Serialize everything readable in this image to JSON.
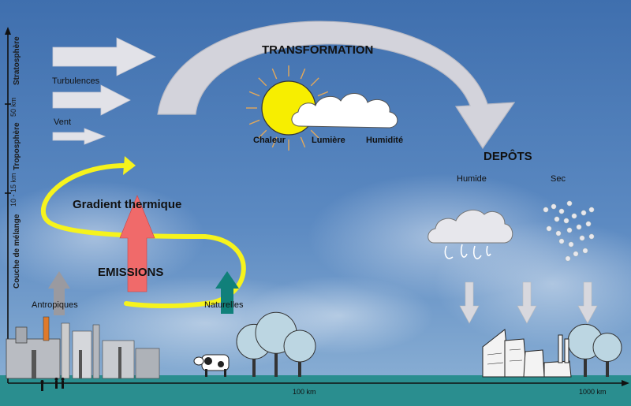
{
  "labels": {
    "transformation": "TRANSFORMATION",
    "chaleur": "Chaleur",
    "lumiere": "Lumière",
    "humidite": "Humidité",
    "depots": "DEPÔTS",
    "humide": "Humide",
    "sec": "Sec",
    "turbulences": "Turbulences",
    "vent": "Vent",
    "gradient": "Gradient thermique",
    "emissions": "EMISSIONS",
    "antropiques": "Antropiques",
    "naturelles": "Naturelles"
  },
  "axis": {
    "stratosphere": "Stratosphère",
    "troposphere": "Troposphère",
    "couche": "Couche de mélange",
    "km50": "50 km",
    "km10": "10 - 15 km",
    "dist100": "100 km",
    "dist1000": "1000 km"
  },
  "colors": {
    "sky_top": "#3f6fae",
    "sky_bottom": "#8fb3d6",
    "ground": "#2a8e8f",
    "yellow": "#f6f31d",
    "sun": "#f7ee00",
    "red_arrow": "#f06a6a",
    "teal_arrow": "#10807a",
    "grey_arrow": "#d7d7de"
  }
}
